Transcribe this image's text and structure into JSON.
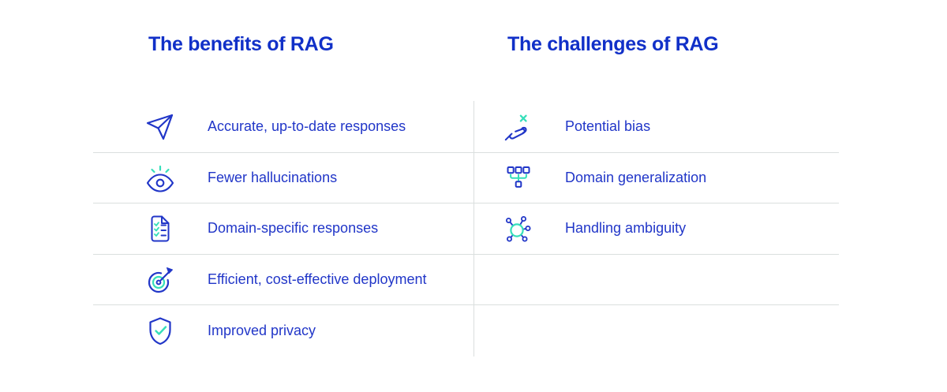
{
  "colors": {
    "blue": "#2136c8",
    "title_blue": "#1130c8",
    "teal": "#36dfba",
    "divider": "#dadfde",
    "background": "#ffffff"
  },
  "benefits": {
    "title": "The benefits of RAG",
    "items": [
      {
        "icon": "paper-plane-icon",
        "label": "Accurate, up-to-date responses"
      },
      {
        "icon": "eye-alert-icon",
        "label": "Fewer hallucinations"
      },
      {
        "icon": "document-checklist-icon",
        "label": "Domain-specific responses"
      },
      {
        "icon": "target-dart-icon",
        "label": "Efficient, cost-effective deployment"
      },
      {
        "icon": "shield-check-icon",
        "label": "Improved privacy"
      }
    ]
  },
  "challenges": {
    "title": "The challenges of RAG",
    "items": [
      {
        "icon": "hand-x-icon",
        "label": "Potential bias"
      },
      {
        "icon": "hierarchy-icon",
        "label": "Domain generalization"
      },
      {
        "icon": "network-nodes-icon",
        "label": "Handling ambiguity"
      }
    ]
  }
}
